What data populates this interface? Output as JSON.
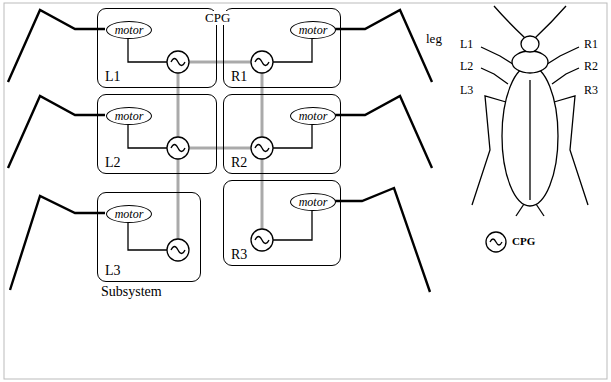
{
  "diagram": {
    "nodes": [
      {
        "text": [
          "L1"
        ]
      },
      {
        "text": [
          "motor"
        ],
        "in": 0
      },
      {
        "text": [
          "R1"
        ]
      },
      {
        "text": [
          "motor"
        ],
        "in": 2
      },
      {
        "text": [
          "L2"
        ]
      },
      {
        "text": [
          "motor"
        ],
        "in": 4
      },
      {
        "text": [
          "R2"
        ]
      },
      {
        "text": [
          "motor"
        ],
        "in": 6
      },
      {
        "text": [
          "R3"
        ]
      },
      {
        "text": [
          "motor"
        ],
        "in": 8
      },
      {
        "text": [
          "L3",
          "Subsystem"
        ]
      },
      {
        "text": [
          "motor"
        ],
        "in": 10
      }
    ],
    "edges": [
      {
        "from": 0,
        "to": 2,
        "arrow": "none"
      },
      {
        "from": 0,
        "to": 4,
        "arrow": "none"
      },
      {
        "from": 2,
        "to": 6,
        "arrow": "none"
      },
      {
        "from": 4,
        "to": 6,
        "arrow": "none"
      },
      {
        "from": 4,
        "to": 10,
        "arrow": "none"
      },
      {
        "from": 6,
        "to": 8,
        "arrow": "none"
      }
    ],
    "labels": [
      "CPG",
      "leg",
      "L1",
      "R1",
      "L2",
      "R2",
      "L3",
      "R3"
    ],
    "legend": [
      {
        "text": "CPG"
      }
    ]
  }
}
